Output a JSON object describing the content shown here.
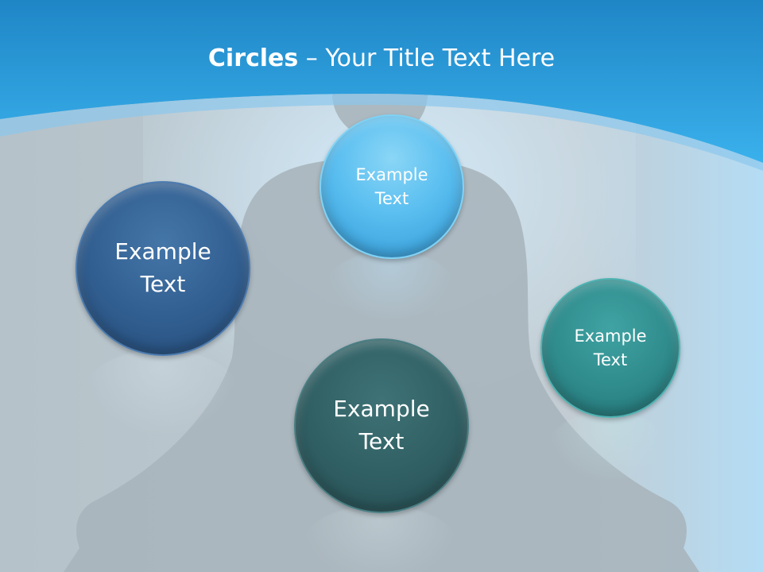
{
  "slide": {
    "title_bold": "Circles",
    "title_rest": " – Your Title Text Here"
  },
  "circles": [
    {
      "name": "top",
      "line1": "Example",
      "line2": "Text",
      "color": "#5bbff0"
    },
    {
      "name": "left",
      "line1": "Example",
      "line2": "Text",
      "color": "#315e90"
    },
    {
      "name": "right",
      "line1": "Example",
      "line2": "Text",
      "color": "#2f8b8c"
    },
    {
      "name": "bottom",
      "line1": "Example",
      "line2": "Text",
      "color": "#305f63"
    }
  ],
  "colors": {
    "header_blue": "#2aa0e0",
    "background": "#b9c4cb",
    "silhouette": "#a7b3ba"
  }
}
